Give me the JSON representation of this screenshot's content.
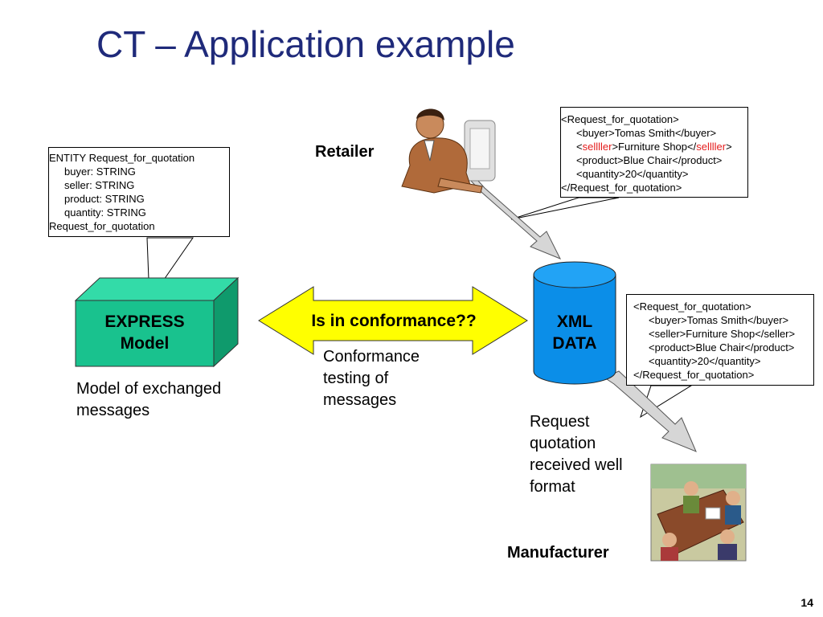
{
  "slide": {
    "title": "CT – Application example",
    "page_number": "14"
  },
  "entity_box": {
    "line1": "ENTITY Request_for_quotation",
    "line2": "buyer: STRING",
    "line3": "seller: STRING",
    "line4": "product: STRING",
    "line5": "quantity: STRING",
    "line6": "Request_for_quotation"
  },
  "retailer_xml": {
    "line1": "<Request_for_quotation>",
    "line2": "<buyer>Tomas Smith</buyer>",
    "line3_open_a": "<",
    "line3_tag_a": "sellller",
    "line3_mid": ">Furniture Shop</",
    "line3_tag_b": "sellller",
    "line3_close": ">",
    "line4": "<product>Blue Chair</product>",
    "line5": "<quantity>20</quantity>",
    "line6": "</Request_for_quotation>"
  },
  "manufacturer_xml": {
    "line1": "<Request_for_quotation>",
    "line2": "<buyer>Tomas Smith</buyer>",
    "line3": "<seller>Furniture Shop</seller>",
    "line4": "<product>Blue Chair</product>",
    "line5": "<quantity>20</quantity>",
    "line6": "</Request_for_quotation>"
  },
  "labels": {
    "retailer": "Retailer",
    "express_line1": "EXPRESS",
    "express_line2": "Model",
    "conformance_question": "Is in conformance??",
    "xml_line1": "XML",
    "xml_line2": "DATA",
    "model_caption_line1": "Model of exchanged",
    "model_caption_line2": "messages",
    "ct_caption_line1": "Conformance",
    "ct_caption_line2": "testing of",
    "ct_caption_line3": "messages",
    "request_caption_line1": "Request",
    "request_caption_line2": "quotation",
    "request_caption_line3": "received well",
    "request_caption_line4": "format",
    "manufacturer": "Manufacturer"
  },
  "colors": {
    "title": "#1f2a7a",
    "express_front": "#19c28e",
    "express_top": "#33dba8",
    "express_side": "#0f9a6c",
    "xml_cylinder": "#0b8ee8",
    "double_arrow": "#ffff00",
    "flow_arrow": "#d6d6d6",
    "error_text": "#e41c1c"
  },
  "icons": {
    "retailer_clipart": "person-at-computer-icon",
    "manufacturer_clipart": "business-meeting-icon"
  }
}
